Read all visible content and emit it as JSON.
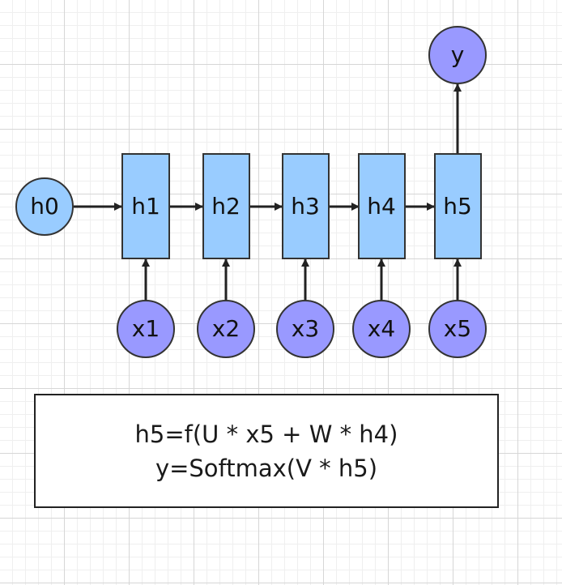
{
  "nodes": {
    "h0": "h0",
    "h1": "h1",
    "h2": "h2",
    "h3": "h3",
    "h4": "h4",
    "h5": "h5",
    "x1": "x1",
    "x2": "x2",
    "x3": "x3",
    "x4": "x4",
    "x5": "x5",
    "y": "y"
  },
  "formula": {
    "line1": "h5=f(U * x5 + W * h4)",
    "line2": "y=Softmax(V * h5)"
  },
  "colors": {
    "hidden_fill": "#99ccff",
    "input_fill": "#9999ff",
    "stroke": "#333333",
    "arrow": "#222222"
  }
}
